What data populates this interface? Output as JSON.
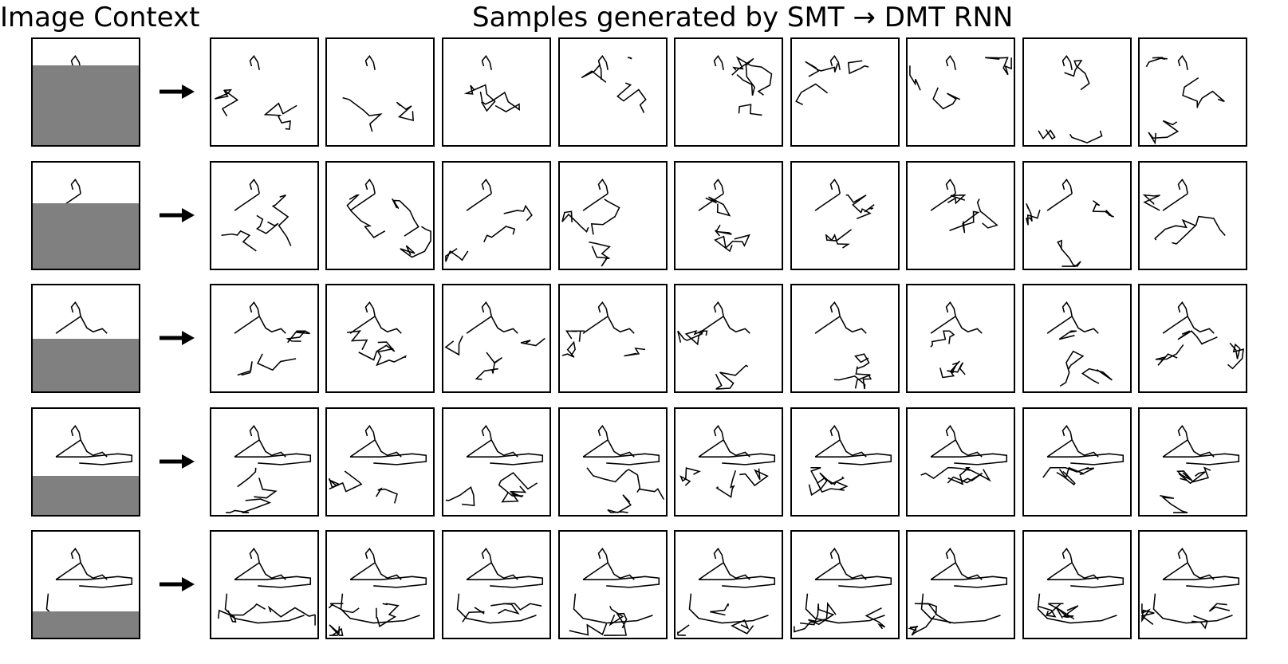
{
  "header": {
    "context_title": "Image Context",
    "samples_title": "Samples generated by SMT → DMT RNN"
  },
  "rows": [
    {
      "mask_fraction": 0.75,
      "sample_count": 9
    },
    {
      "mask_fraction": 0.62,
      "sample_count": 9
    },
    {
      "mask_fraction": 0.5,
      "sample_count": 9
    },
    {
      "mask_fraction": 0.37,
      "sample_count": 9
    },
    {
      "mask_fraction": 0.25,
      "sample_count": 9
    }
  ],
  "icons": {
    "arrow": "right-arrow-icon"
  },
  "colors": {
    "mask": "#808080",
    "stroke": "#000000",
    "background": "#ffffff"
  }
}
